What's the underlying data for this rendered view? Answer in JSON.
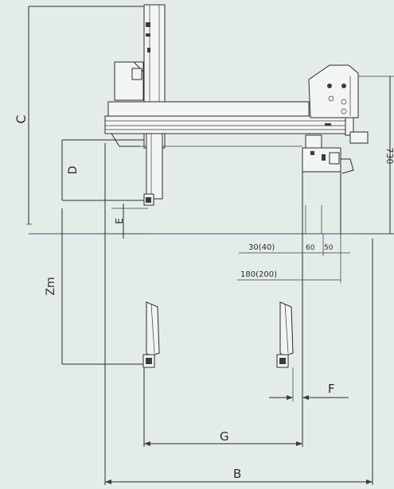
{
  "labels": {
    "C": "C",
    "D": "D",
    "E": "E",
    "Zm": "Zm",
    "F": "F",
    "G": "G",
    "B": "B",
    "h730": "730",
    "d30_40": "30(40)",
    "d60": "60",
    "d50": "50",
    "d180_200": "180(200)"
  }
}
